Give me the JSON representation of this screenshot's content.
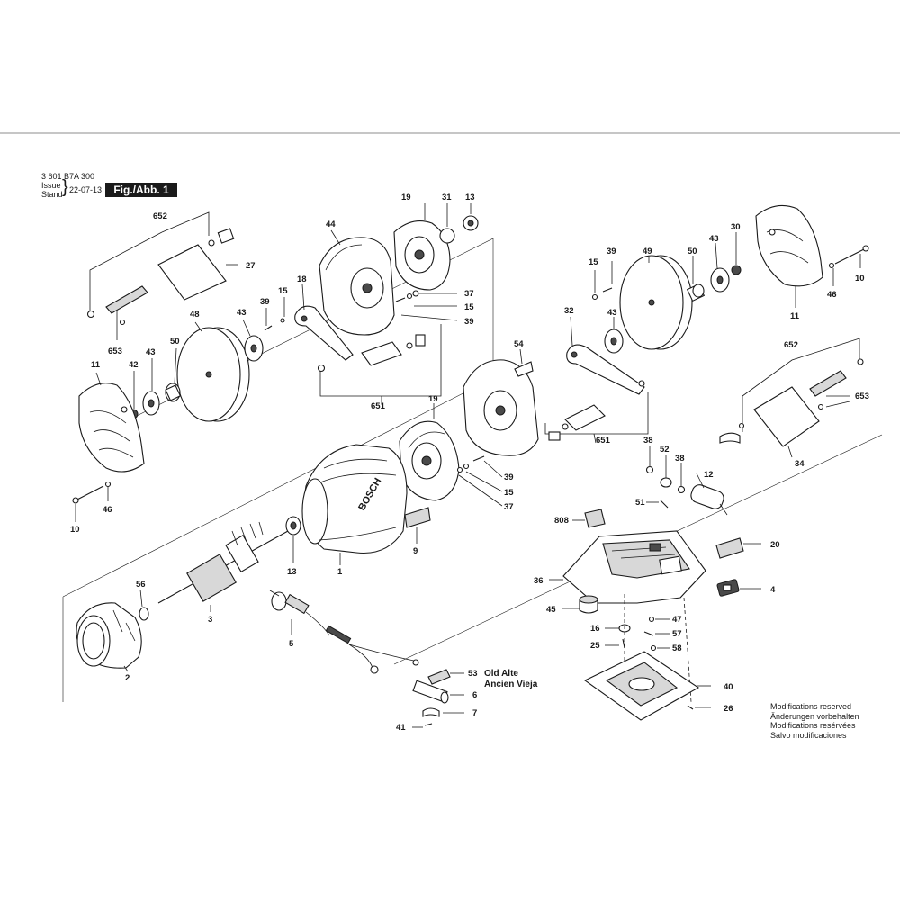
{
  "header": {
    "part_number": "3 601 B7A 300",
    "issue_label": "Issue",
    "stand_label": "Stand",
    "date": "22-07-13",
    "figure": "Fig./Abb. 1"
  },
  "modifications": [
    "Modifications reserved",
    "Änderungen vorbehalten",
    "Modifications resérvées",
    "Salvo modificaciones"
  ],
  "brand_text": "BOSCH",
  "labels": {
    "l652a": "652",
    "l27": "27",
    "l653a": "653",
    "l19a": "19",
    "l31": "31",
    "l13a": "13",
    "l44": "44",
    "l37a": "37",
    "l15a": "15",
    "l39a": "39",
    "l18": "18",
    "l15b": "15",
    "l39b": "39",
    "l43a": "43",
    "l48": "48",
    "l50a": "50",
    "l43b": "43",
    "l42": "42",
    "l11a": "11",
    "l651a": "651",
    "l10a": "10",
    "l46a": "46",
    "l15c": "15",
    "l39c": "39",
    "l49": "49",
    "l50b": "50",
    "l43c": "43",
    "l30": "30",
    "l32": "32",
    "l43d": "43",
    "l54": "54",
    "l46b": "46",
    "l10b": "10",
    "l11b": "11",
    "l652b": "652",
    "l653b": "653",
    "l34": "34",
    "l651b": "651",
    "l19b": "19",
    "l39d": "39",
    "l15d": "15",
    "l37b": "37",
    "l9": "9",
    "l13b": "13",
    "l1": "1",
    "l56": "56",
    "l3": "3",
    "l2": "2",
    "l5": "5",
    "l53": "53",
    "l6": "6",
    "l7": "7",
    "l41": "41",
    "l38a": "38",
    "l52": "52",
    "l38b": "38",
    "l12": "12",
    "l51": "51",
    "l808": "808",
    "l20": "20",
    "l36": "36",
    "l4": "4",
    "l45": "45",
    "l16": "16",
    "l47": "47",
    "l25": "25",
    "l57": "57",
    "l58": "58",
    "l40": "40",
    "l26": "26"
  },
  "note_53": {
    "line1": "Old Alte",
    "line2": "Ancien Vieja"
  }
}
